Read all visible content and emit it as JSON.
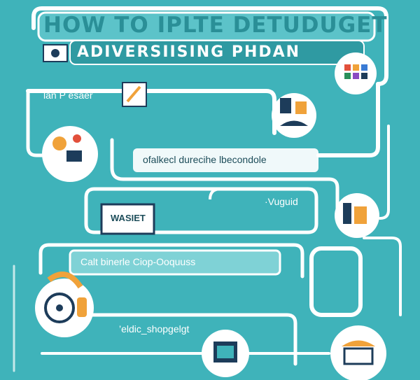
{
  "title": "HOW TO  IPLTE DETUDUGET",
  "subtitle": "ADIVERSIISING PHDAN",
  "steps": [
    {
      "label": "lan P esaer"
    },
    {
      "label": "ofalkecl durecihe lbecondole"
    },
    {
      "label": "·Vuguid"
    },
    {
      "label": "Calt binerle Ciop-Ooquuss"
    },
    {
      "label": "’eldic_shopgelgt"
    }
  ],
  "badge": {
    "text": "WASIET"
  },
  "icons": [
    "color-palette-icon",
    "art-tools-icon",
    "studio-equipment-icon",
    "marketing-icons-cluster",
    "creative-desk-icon",
    "device-tools-icon",
    "fan-headphones-icon",
    "media-window-icon",
    "kiosk-shop-icon"
  ],
  "colors": {
    "background": "#3fb3ba",
    "track": "#ffffff",
    "panel": "#5cc3c9",
    "panel_dark": "#2f9aa2",
    "title": "#2a8f97",
    "accent_orange": "#f0a23a",
    "accent_navy": "#1d3c5a"
  }
}
